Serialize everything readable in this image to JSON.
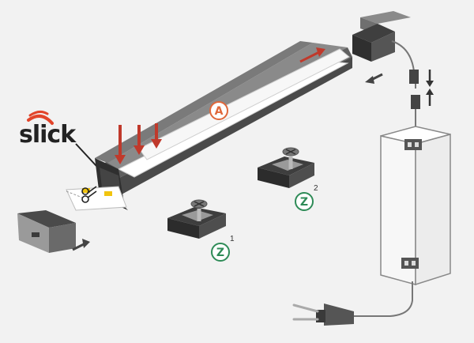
{
  "brand": {
    "name": "slick"
  },
  "callouts": {
    "profile": "A",
    "clip1": "Z",
    "clip1_index": "1",
    "clip2": "Z",
    "clip2_index": "2"
  },
  "colors": {
    "background": "#f2f2f2",
    "profile": "#6b6b6b",
    "profile_dark": "#3a3a3a",
    "diffuser": "#ffffff",
    "arrow_red": "#c0392b",
    "callout_a": "#e0673a",
    "callout_z": "#2e8b57",
    "brand_accent": "#e2452b"
  },
  "icons": [
    "scissors-icon",
    "plug-icon",
    "power-supply-icon",
    "connector-icon"
  ]
}
